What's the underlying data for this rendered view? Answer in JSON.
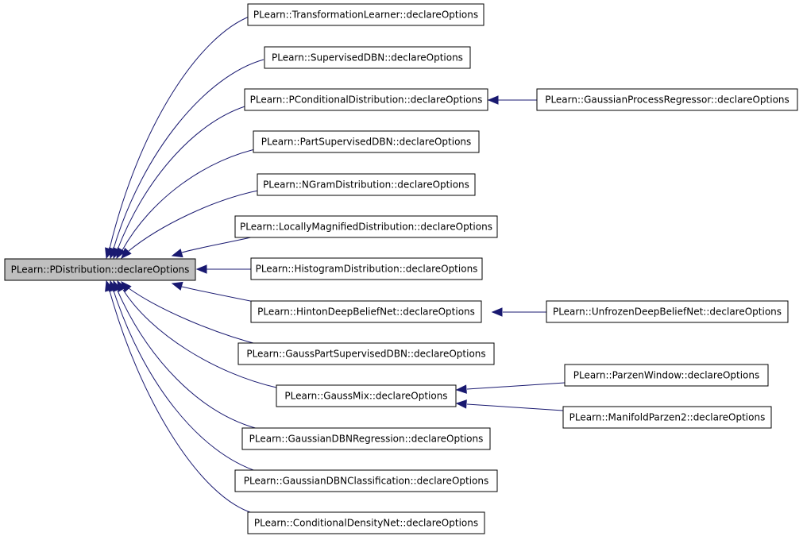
{
  "graph": {
    "root": {
      "id": "root",
      "label": "PLearn::PDistribution::declareOptions"
    },
    "nodes": [
      {
        "id": "n1",
        "label": "PLearn::TransformationLearner::declareOptions"
      },
      {
        "id": "n2",
        "label": "PLearn::SupervisedDBN::declareOptions"
      },
      {
        "id": "n3",
        "label": "PLearn::PConditionalDistribution::declareOptions"
      },
      {
        "id": "n4",
        "label": "PLearn::PartSupervisedDBN::declareOptions"
      },
      {
        "id": "n5",
        "label": "PLearn::NGramDistribution::declareOptions"
      },
      {
        "id": "n6",
        "label": "PLearn::LocallyMagnifiedDistribution::declareOptions"
      },
      {
        "id": "n7",
        "label": "PLearn::HistogramDistribution::declareOptions"
      },
      {
        "id": "n8",
        "label": "PLearn::HintonDeepBeliefNet::declareOptions"
      },
      {
        "id": "n9",
        "label": "PLearn::GaussPartSupervisedDBN::declareOptions"
      },
      {
        "id": "n10",
        "label": "PLearn::GaussMix::declareOptions"
      },
      {
        "id": "n11",
        "label": "PLearn::GaussianDBNRegression::declareOptions"
      },
      {
        "id": "n12",
        "label": "PLearn::GaussianDBNClassification::declareOptions"
      },
      {
        "id": "n13",
        "label": "PLearn::ConditionalDensityNet::declareOptions"
      },
      {
        "id": "n14",
        "label": "PLearn::GaussianProcessRegressor::declareOptions"
      },
      {
        "id": "n15",
        "label": "PLearn::UnfrozenDeepBeliefNet::declareOptions"
      },
      {
        "id": "n16",
        "label": "PLearn::ParzenWindow::declareOptions"
      },
      {
        "id": "n17",
        "label": "PLearn::ManifoldParzen2::declareOptions"
      }
    ],
    "edges": [
      {
        "from": "n1",
        "to": "root"
      },
      {
        "from": "n2",
        "to": "root"
      },
      {
        "from": "n3",
        "to": "root"
      },
      {
        "from": "n4",
        "to": "root"
      },
      {
        "from": "n5",
        "to": "root"
      },
      {
        "from": "n6",
        "to": "root"
      },
      {
        "from": "n7",
        "to": "root"
      },
      {
        "from": "n8",
        "to": "root"
      },
      {
        "from": "n9",
        "to": "root"
      },
      {
        "from": "n10",
        "to": "root"
      },
      {
        "from": "n11",
        "to": "root"
      },
      {
        "from": "n12",
        "to": "root"
      },
      {
        "from": "n13",
        "to": "root"
      },
      {
        "from": "n14",
        "to": "n3"
      },
      {
        "from": "n15",
        "to": "n8"
      },
      {
        "from": "n16",
        "to": "n10"
      },
      {
        "from": "n17",
        "to": "n10"
      }
    ]
  }
}
